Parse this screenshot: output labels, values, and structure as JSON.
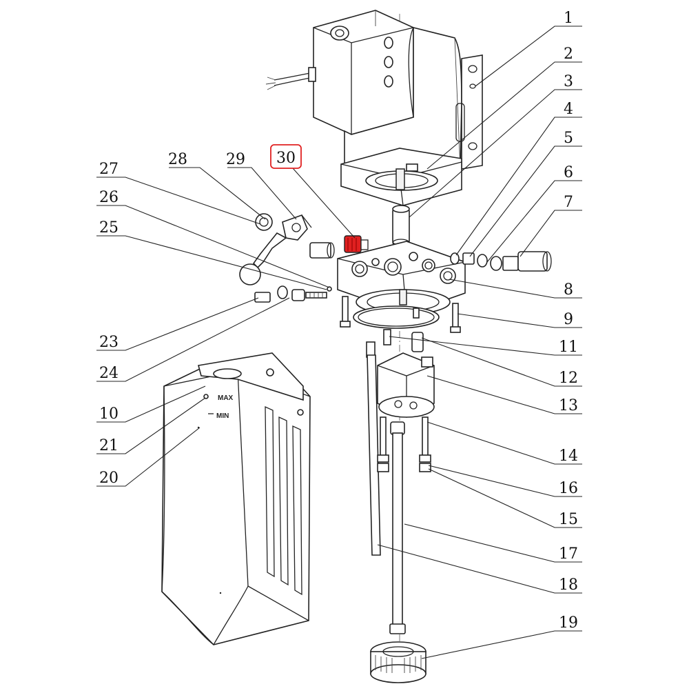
{
  "diagram": {
    "highlight_color": "#e02020",
    "reservoir_labels": {
      "max": "MAX",
      "min": "MIN"
    },
    "callouts": {
      "c1": "1",
      "c2": "2",
      "c3": "3",
      "c4": "4",
      "c5": "5",
      "c6": "6",
      "c7": "7",
      "c8": "8",
      "c9": "9",
      "c10": "10",
      "c11": "11",
      "c12": "12",
      "c13": "13",
      "c14": "14",
      "c15": "15",
      "c16": "16",
      "c17": "17",
      "c18": "18",
      "c19": "19",
      "c20": "20",
      "c21": "21",
      "c23": "23",
      "c24": "24",
      "c25": "25",
      "c26": "26",
      "c27": "27",
      "c28": "28",
      "c29": "29",
      "c30": "30"
    }
  }
}
